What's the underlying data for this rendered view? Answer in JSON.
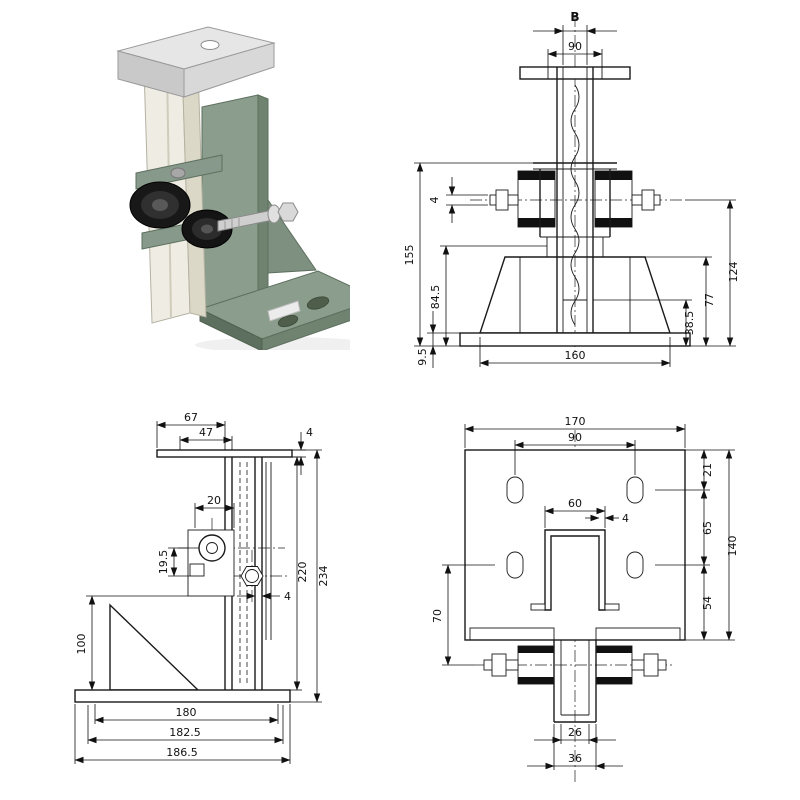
{
  "page": {
    "background": "#ffffff"
  },
  "photo": {
    "alt": "green trolley bracket with black guide rollers clamping an ivory rail"
  },
  "front_view": {
    "dim_B": "B",
    "dim_90": "90",
    "dim_4": "4",
    "dim_155": "155",
    "dim_84_5": "84.5",
    "dim_9_5": "9.5",
    "dim_124": "124",
    "dim_77": "77",
    "dim_38_5": "38.5",
    "dim_160": "160"
  },
  "side_view": {
    "dim_67": "67",
    "dim_47": "47",
    "dim_4_top": "4",
    "dim_20": "20",
    "dim_19_5": "19.5",
    "dim_4_mid": "4",
    "dim_220": "220",
    "dim_234": "234",
    "dim_100": "100",
    "dim_180": "180",
    "dim_182_5": "182.5",
    "dim_186_5": "186.5"
  },
  "plan_view": {
    "dim_170": "170",
    "dim_90": "90",
    "dim_21": "21",
    "dim_60": "60",
    "dim_4": "4",
    "dim_65": "65",
    "dim_140": "140",
    "dim_54": "54",
    "dim_70": "70",
    "dim_26": "26",
    "dim_36": "36"
  },
  "colors": {
    "line": "#1a1a1a",
    "bracket_green": "#8b9e8d",
    "bracket_green_dark": "#6f8370",
    "bracket_green_deep": "#5d6f5e",
    "rail_ivory": "#efede3",
    "steel_silver": "#dcdcdc"
  }
}
